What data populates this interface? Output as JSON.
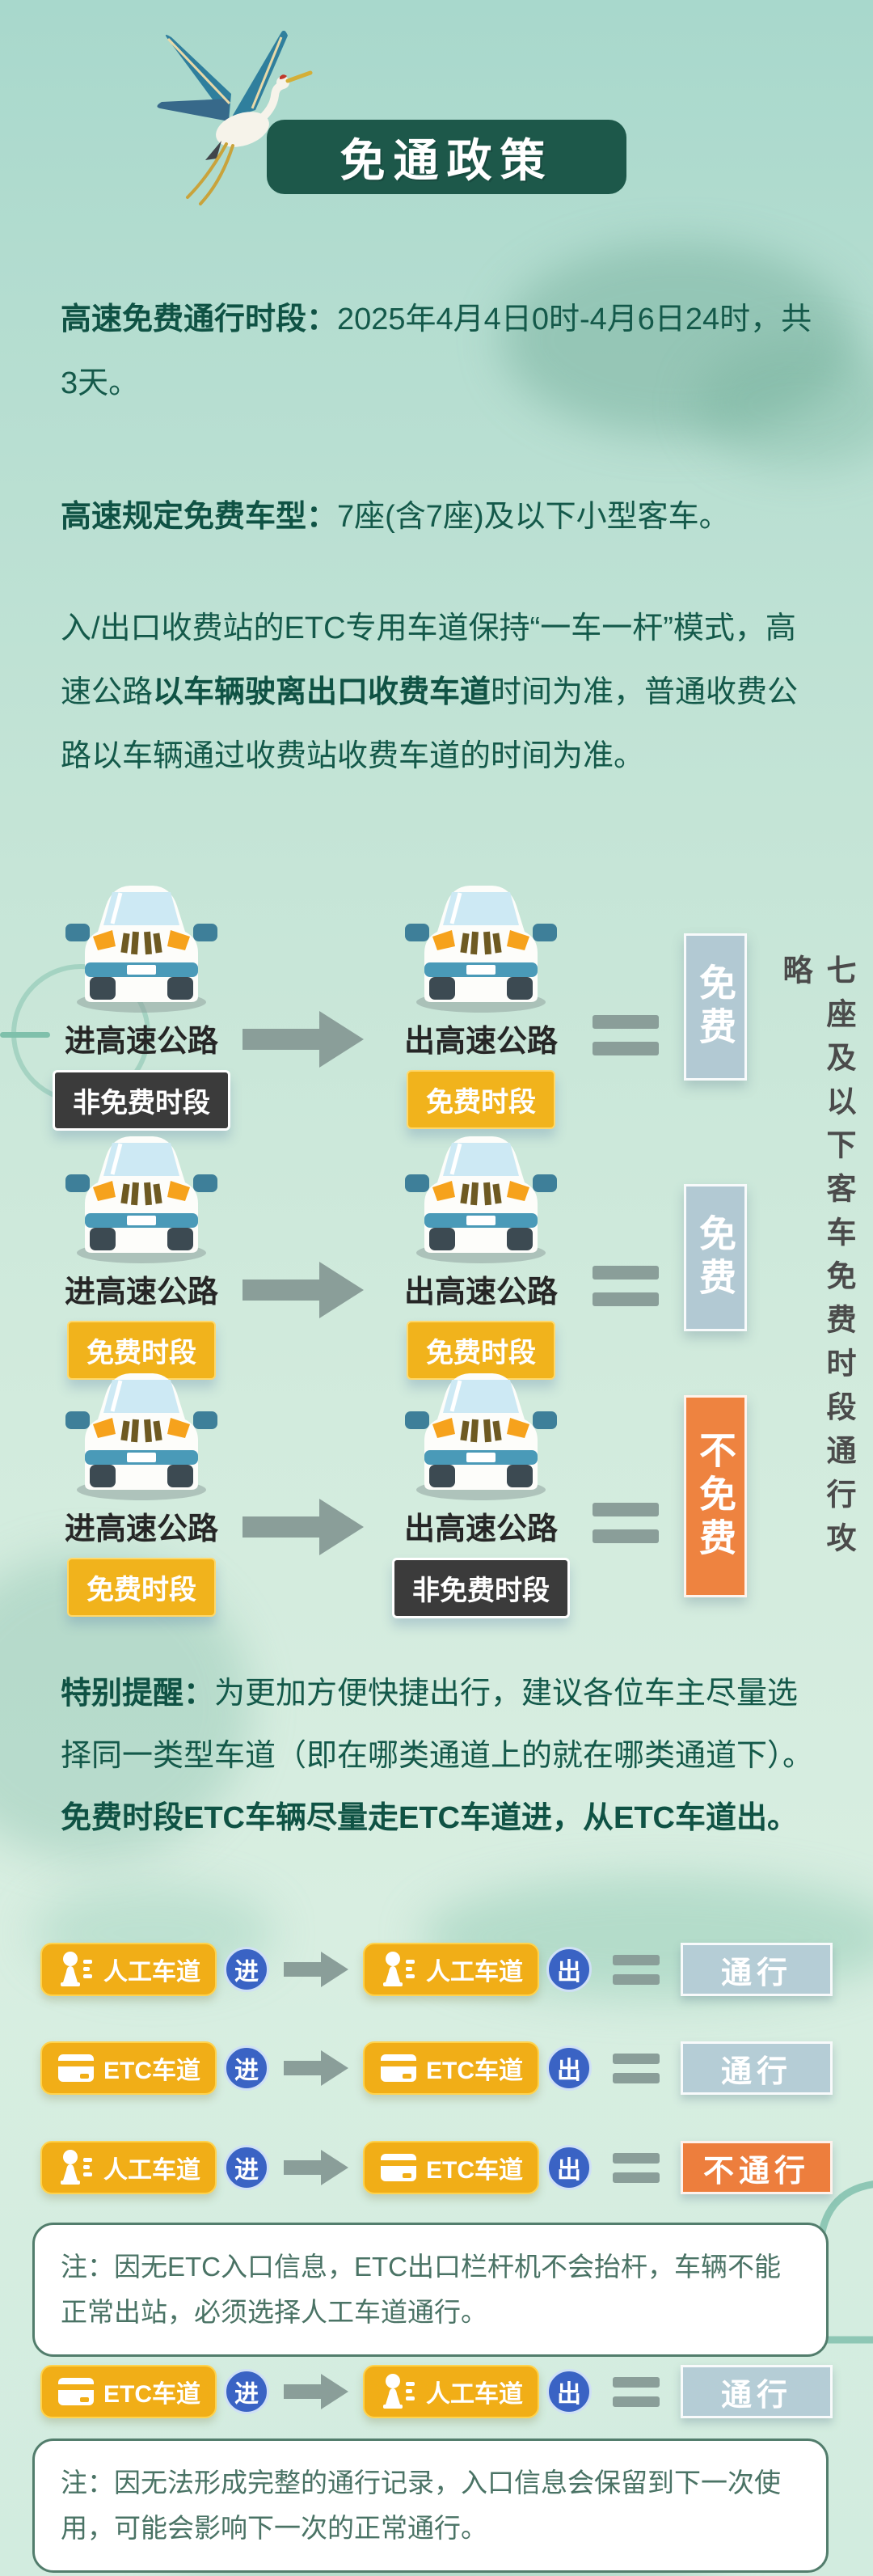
{
  "header": {
    "title": "免通政策",
    "crane_icon": "crane-illustration"
  },
  "intro": {
    "p1_bold": "高速免费通行时段：",
    "p1_rest": "2025年4月4日0时-4月6日24时，共3天。",
    "p2_bold": "高速规定免费车型：",
    "p2_rest": "7座(含7座)及以下小型客车。",
    "p3_pre": "入/出口收费站的ETC专用车道保持“一车一杆”模式，高速公路",
    "p3_bold": "以车辆驶离出口收费车道",
    "p3_post": "时间为准，普通收费公路以车辆通过收费站收费车道的时间为准。"
  },
  "car_diagram": {
    "side_caption": "七座及以下客车免费时段通行攻略",
    "rows": [
      {
        "enter_label": "进高速公路",
        "enter_badge": "非免费时段",
        "enter_badge_type": "dark",
        "exit_label": "出高速公路",
        "exit_badge": "免费时段",
        "exit_badge_type": "yellow",
        "result": "免费",
        "result_type": "free"
      },
      {
        "enter_label": "进高速公路",
        "enter_badge": "免费时段",
        "enter_badge_type": "yellow",
        "exit_label": "出高速公路",
        "exit_badge": "免费时段",
        "exit_badge_type": "yellow",
        "result": "免费",
        "result_type": "free"
      },
      {
        "enter_label": "进高速公路",
        "enter_badge": "免费时段",
        "enter_badge_type": "yellow",
        "exit_label": "出高速公路",
        "exit_badge": "非免费时段",
        "exit_badge_type": "dark",
        "result": "不免费",
        "result_type": "notfree"
      }
    ]
  },
  "reminder": {
    "bold1": "特别提醒：",
    "normal": "为更加方便快捷出行，建议各位车主尽量选择同一类型车道（即在哪类通道上的就在哪类通道下）。",
    "bold2": "免费时段ETC车辆尽量走ETC车道进，从ETC车道出。"
  },
  "lane_diagram": {
    "rows": [
      {
        "enter_lane": "人工车道",
        "enter_icon": "person-icon",
        "enter_tag": "进",
        "exit_lane": "人工车道",
        "exit_icon": "person-icon",
        "exit_tag": "出",
        "result": "通行",
        "result_type": "pass"
      },
      {
        "enter_lane": "ETC车道",
        "enter_icon": "etc-card-icon",
        "enter_tag": "进",
        "exit_lane": "ETC车道",
        "exit_icon": "etc-card-icon",
        "exit_tag": "出",
        "result": "通行",
        "result_type": "pass"
      },
      {
        "enter_lane": "人工车道",
        "enter_icon": "person-icon",
        "enter_tag": "进",
        "exit_lane": "ETC车道",
        "exit_icon": "etc-card-icon",
        "exit_tag": "出",
        "result": "不通行",
        "result_type": "nopass"
      },
      {
        "enter_lane": "ETC车道",
        "enter_icon": "etc-card-icon",
        "enter_tag": "进",
        "exit_lane": "人工车道",
        "exit_icon": "person-icon",
        "exit_tag": "出",
        "result": "通行",
        "result_type": "pass"
      }
    ],
    "note1": "注：因无ETC入口信息，ETC出口栏杆机不会抬杆，车辆不能正常出站，必须选择人工车道通行。",
    "note2": "注：因无法形成完整的通行记录，入口信息会保留到下一次使用，可能会影响下一次的正常通行。"
  },
  "colors": {
    "banner_green": "#1d584a",
    "text_green": "#14594a",
    "badge_yellow": "#f1b31c",
    "badge_dark": "#3b3b3b",
    "tag_blue": "#3a63c4",
    "free_blue_gray": "#b2c9d3",
    "notfree_orange": "#ee8340",
    "arrow_gray": "#8a9e99",
    "background_mint": "#b4ddd0"
  }
}
